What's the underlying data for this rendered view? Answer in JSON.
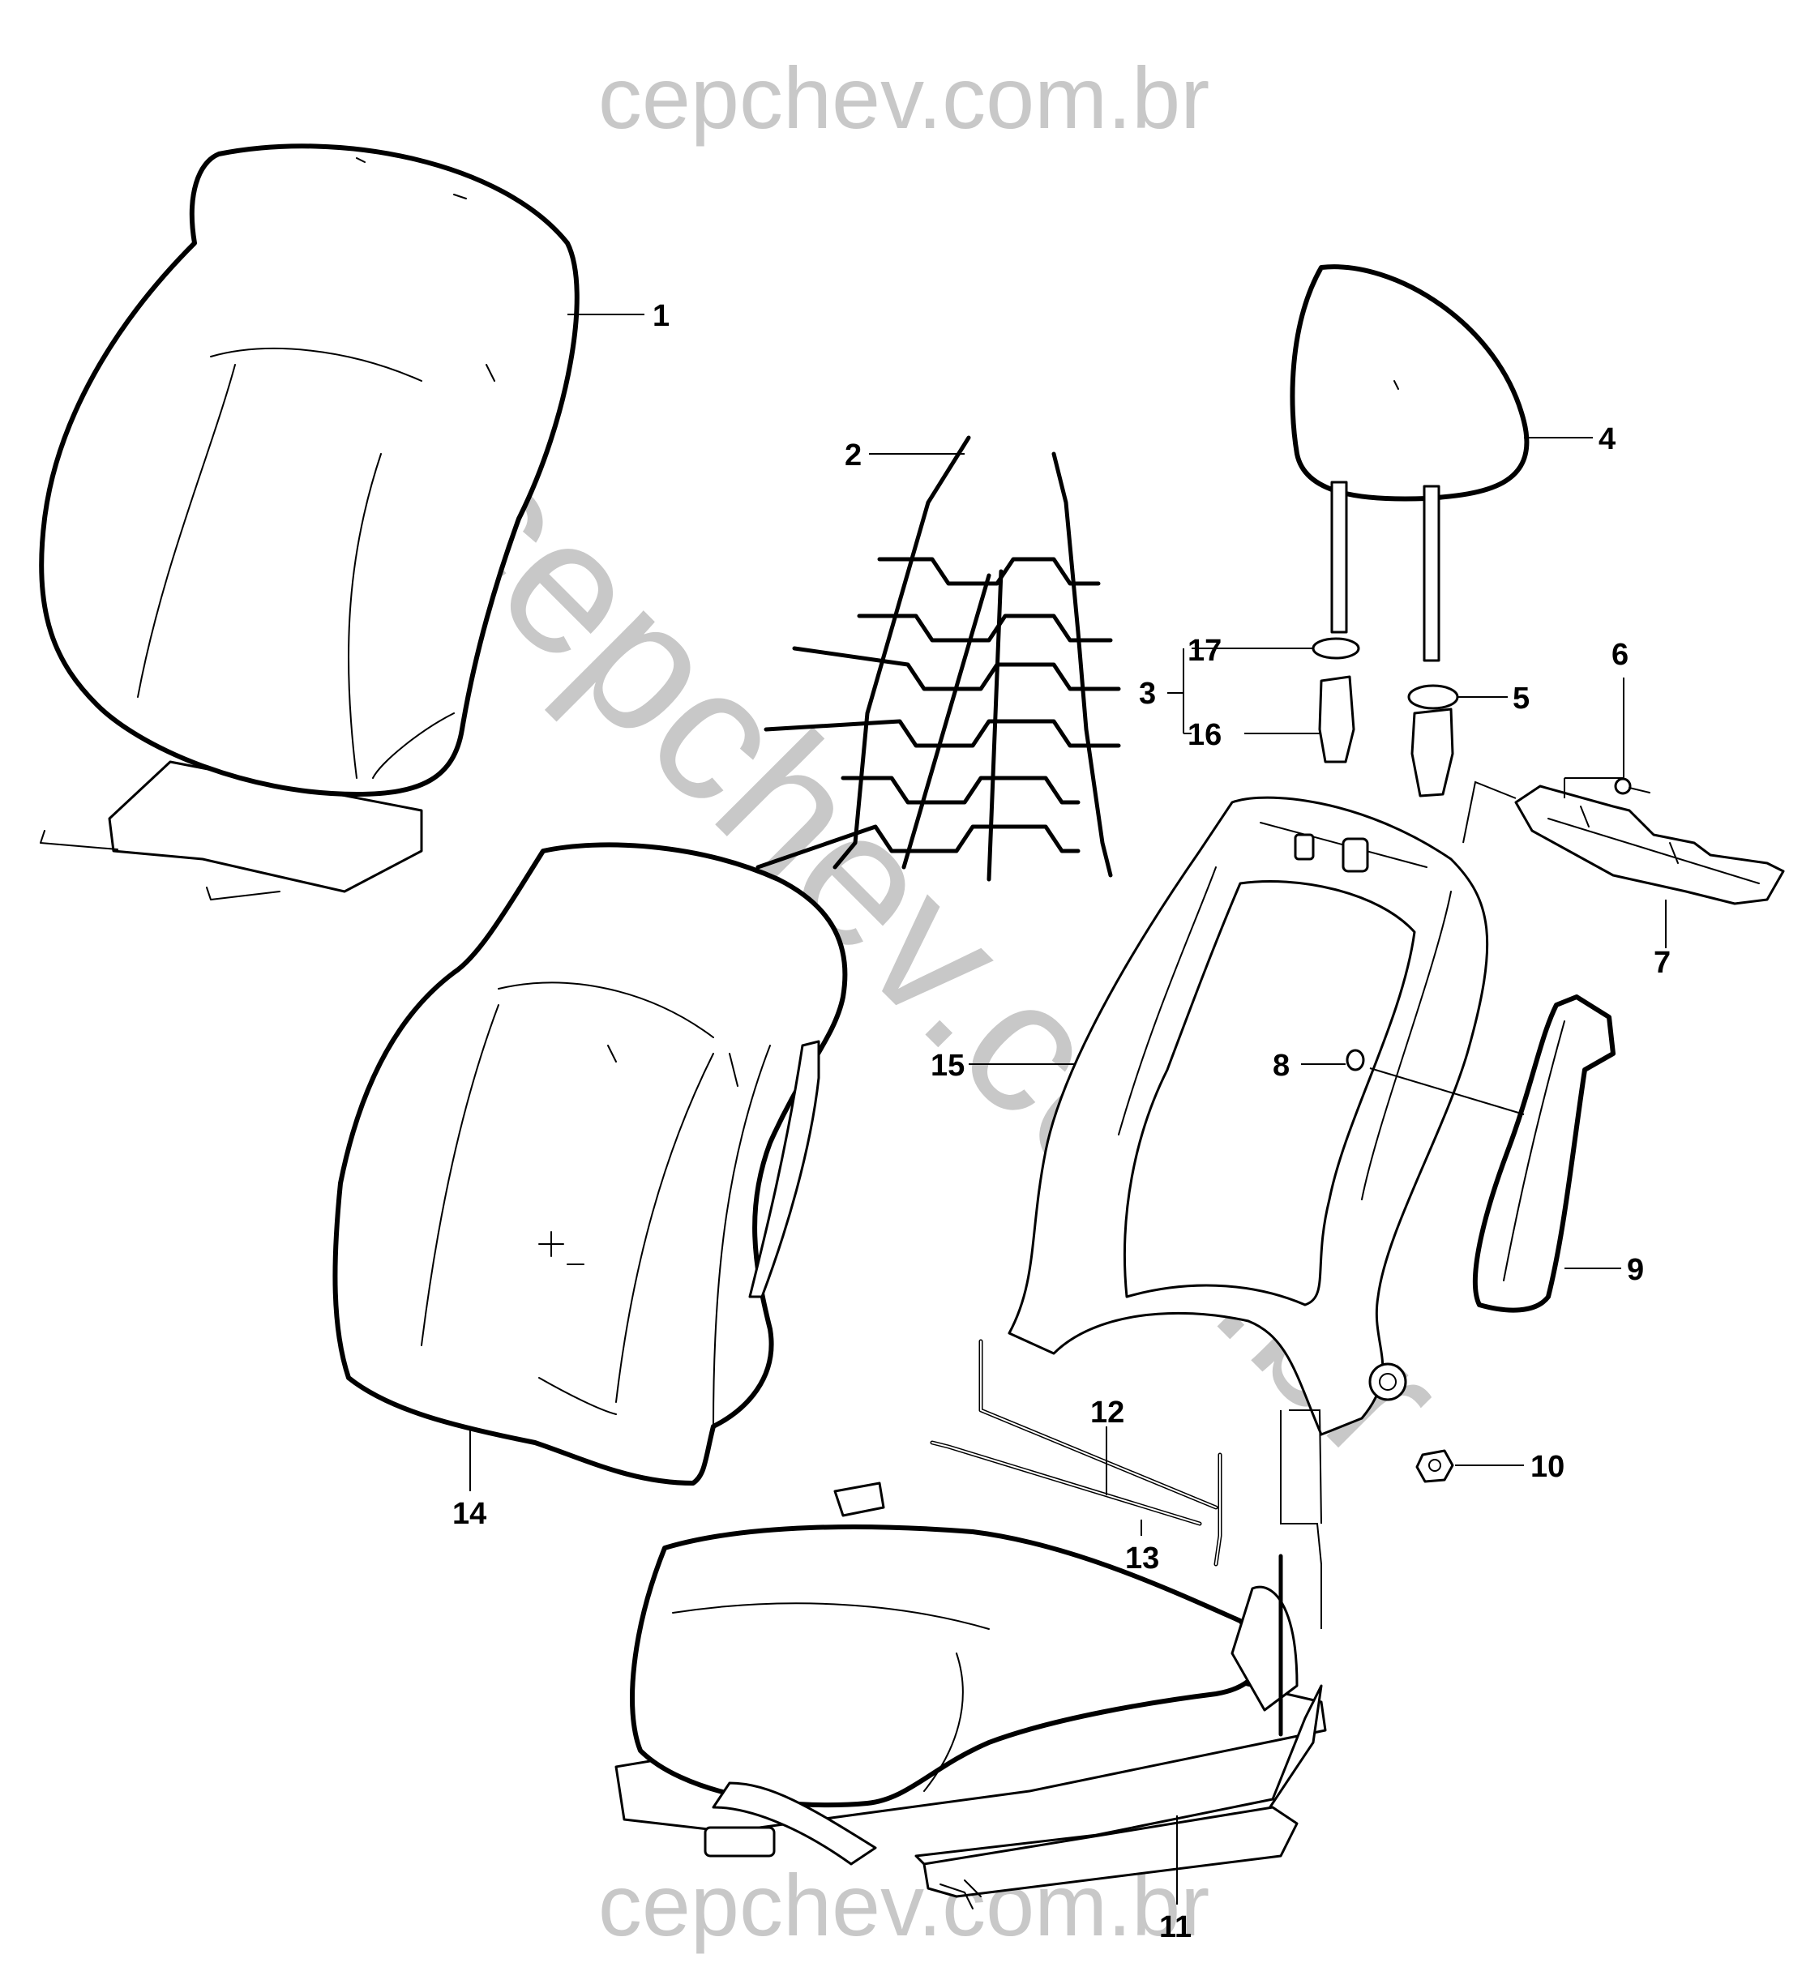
{
  "watermark": {
    "top": "cepchev.com.br",
    "diagonal": "cepchev.com.br",
    "bottom": "cepchev.com.br",
    "color": "#c8c8c8"
  },
  "callouts": {
    "c1": "1",
    "c2": "2",
    "c3": "3",
    "c4": "4",
    "c5": "5",
    "c6": "6",
    "c7": "7",
    "c8": "8",
    "c9": "9",
    "c10": "10",
    "c11": "11",
    "c12": "12",
    "c13": "13",
    "c14": "14",
    "c15": "15",
    "c16": "16",
    "c17": "17"
  }
}
